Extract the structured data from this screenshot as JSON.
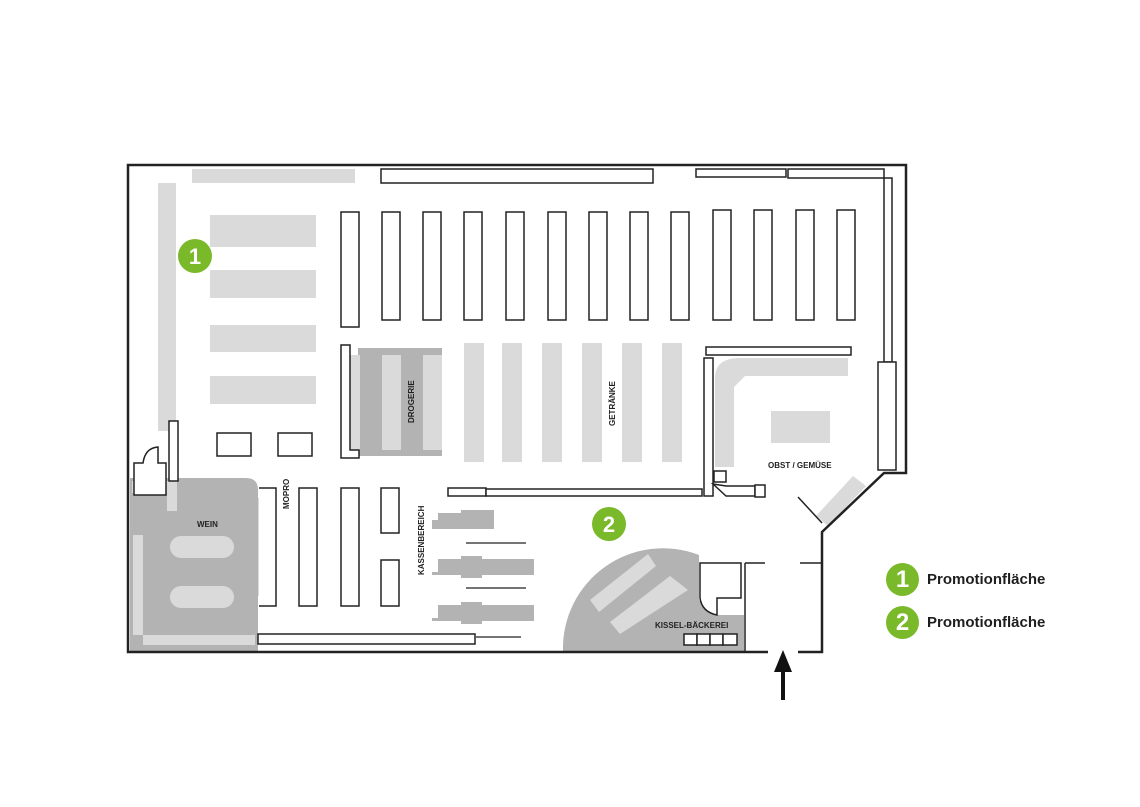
{
  "colors": {
    "accent": "#7ab929",
    "wall": "#222222",
    "zone": "#b3b3b3",
    "fixture": "#dadada"
  },
  "labels": {
    "drogerie": "DROGERIE",
    "getraenke": "GETRÄNKE",
    "obst": "OBST / GEMÜSE",
    "wein": "WEIN",
    "mopro": "MOPRO",
    "kassen": "KASSENBEREICH",
    "baeckerei": "KISSEL-BÄCKEREI"
  },
  "markers": [
    {
      "number": "1"
    },
    {
      "number": "2"
    }
  ],
  "legend": [
    {
      "number": "1",
      "label": "Promotionfläche"
    },
    {
      "number": "2",
      "label": "Promotionfläche"
    }
  ],
  "entrance": {
    "icon": "arrow-up-icon"
  }
}
